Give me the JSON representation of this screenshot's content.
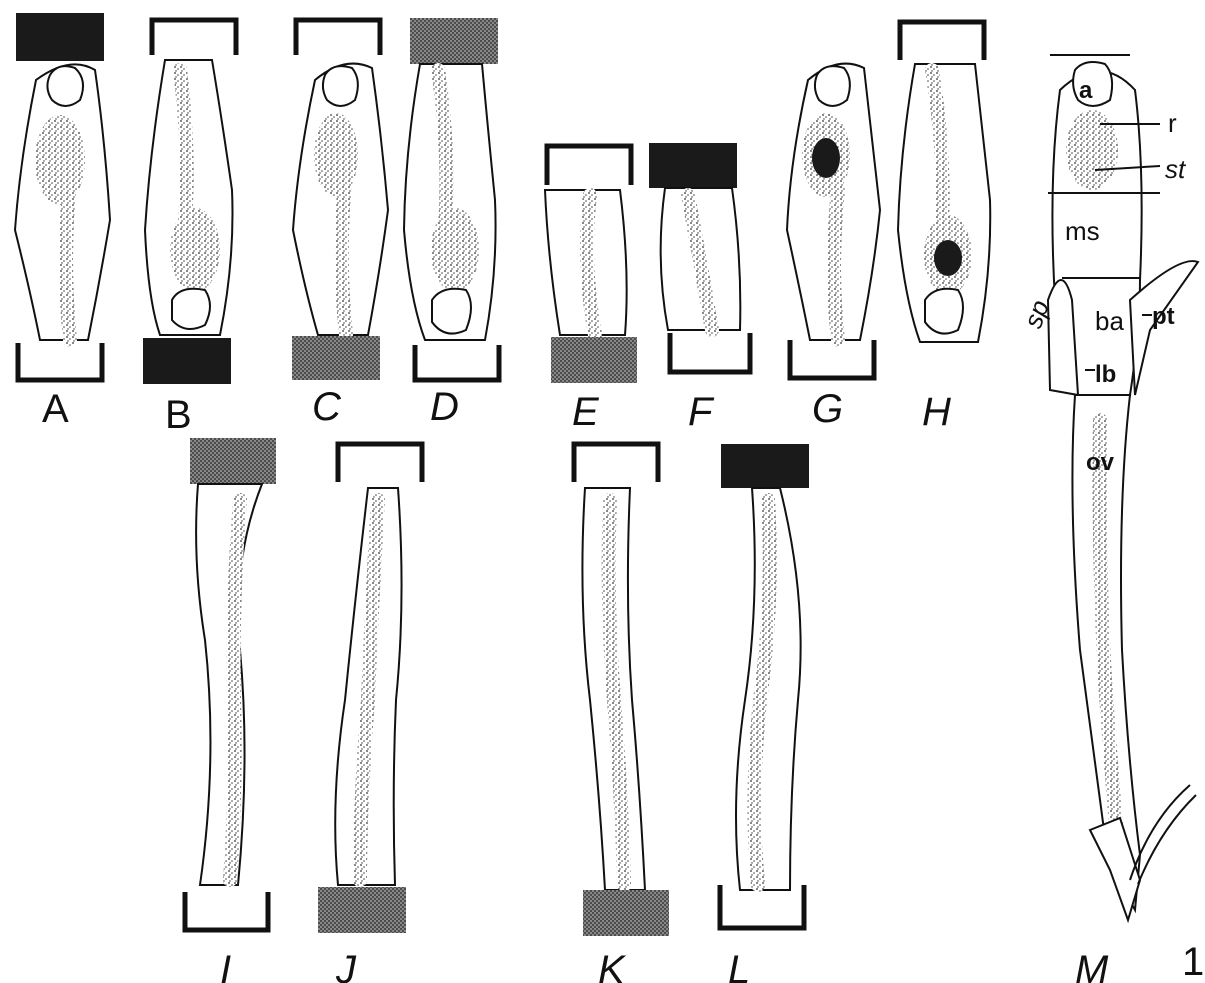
{
  "figure": {
    "panel_labels": [
      "A",
      "B",
      "C",
      "D",
      "E",
      "F",
      "G",
      "H",
      "I",
      "J",
      "K",
      "L",
      "M"
    ],
    "figure_number": "1",
    "annotations": {
      "a": "a",
      "r": "r",
      "st": "st",
      "ms": "ms",
      "sp": "sp",
      "ba": "ba",
      "pt": "pt",
      "lb": "lb",
      "ov": "ov"
    }
  }
}
